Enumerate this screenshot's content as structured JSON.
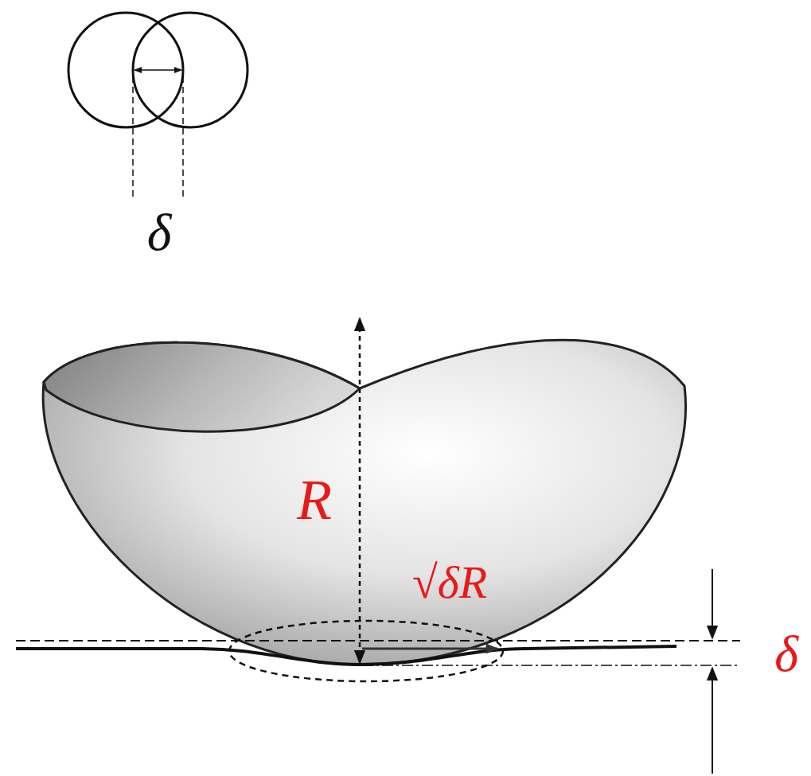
{
  "diagram": {
    "labels": [
      "δ",
      "R",
      "√δR",
      "δ"
    ]
  }
}
